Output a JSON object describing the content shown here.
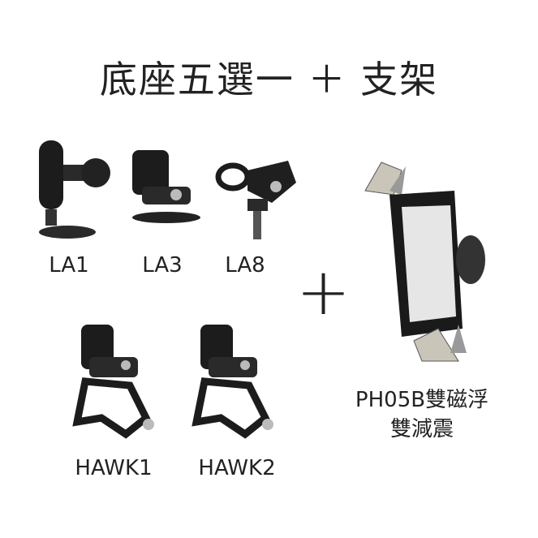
{
  "title": "底座五選一 ＋ 支架",
  "bases": [
    {
      "label": "LA1"
    },
    {
      "label": "LA3"
    },
    {
      "label": "LA8"
    },
    {
      "label": "HAWK1"
    },
    {
      "label": "HAWK2"
    }
  ],
  "plus_sign": "+",
  "holder": {
    "line1": "PH05B雙磁浮",
    "line2": "雙減震"
  }
}
